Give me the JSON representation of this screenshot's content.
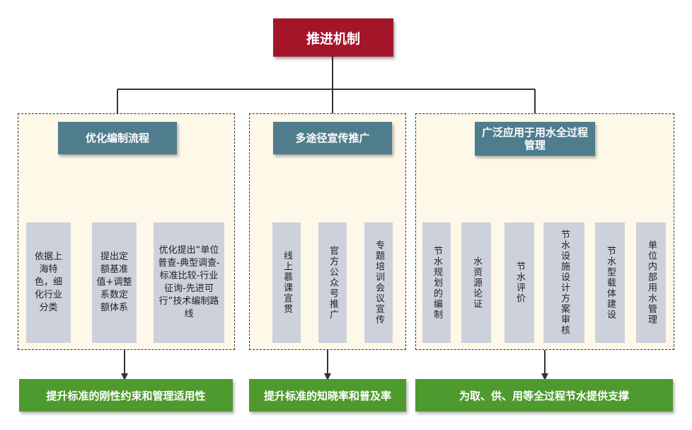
{
  "root": {
    "label": "推进机制"
  },
  "branches": [
    {
      "title": "优化编制流程",
      "items": [
        "依据上海特色，细化行业分类",
        "提出定额基准值+调整系数定额体系",
        "优化提出“单位普查-典型调查-标准比较-行业征询-先进可行”技术编制路线"
      ],
      "outcome": "提升标准的刚性约束和管理适用性"
    },
    {
      "title": "多途径宣传推广",
      "items": [
        "线上慕课宣贯",
        "官方公众号推广",
        "专题培训会议宣传"
      ],
      "outcome": "提升标准的知晓率和普及率"
    },
    {
      "title": "广泛应用于用水全过程管理",
      "items": [
        "节水规划的编制",
        "水资源论证",
        "节水评价",
        "节水设施设计方案审核",
        "节水型载体建设",
        "单位内部用水管理"
      ],
      "outcome": "为取、供、用等全过程节水提供支撑"
    }
  ],
  "colors": {
    "root": "#a5152a",
    "heading": "#4f7d8e",
    "leaf": "#cdd1db",
    "outcome": "#4e9a2f",
    "panel": "#fdf8e8"
  }
}
